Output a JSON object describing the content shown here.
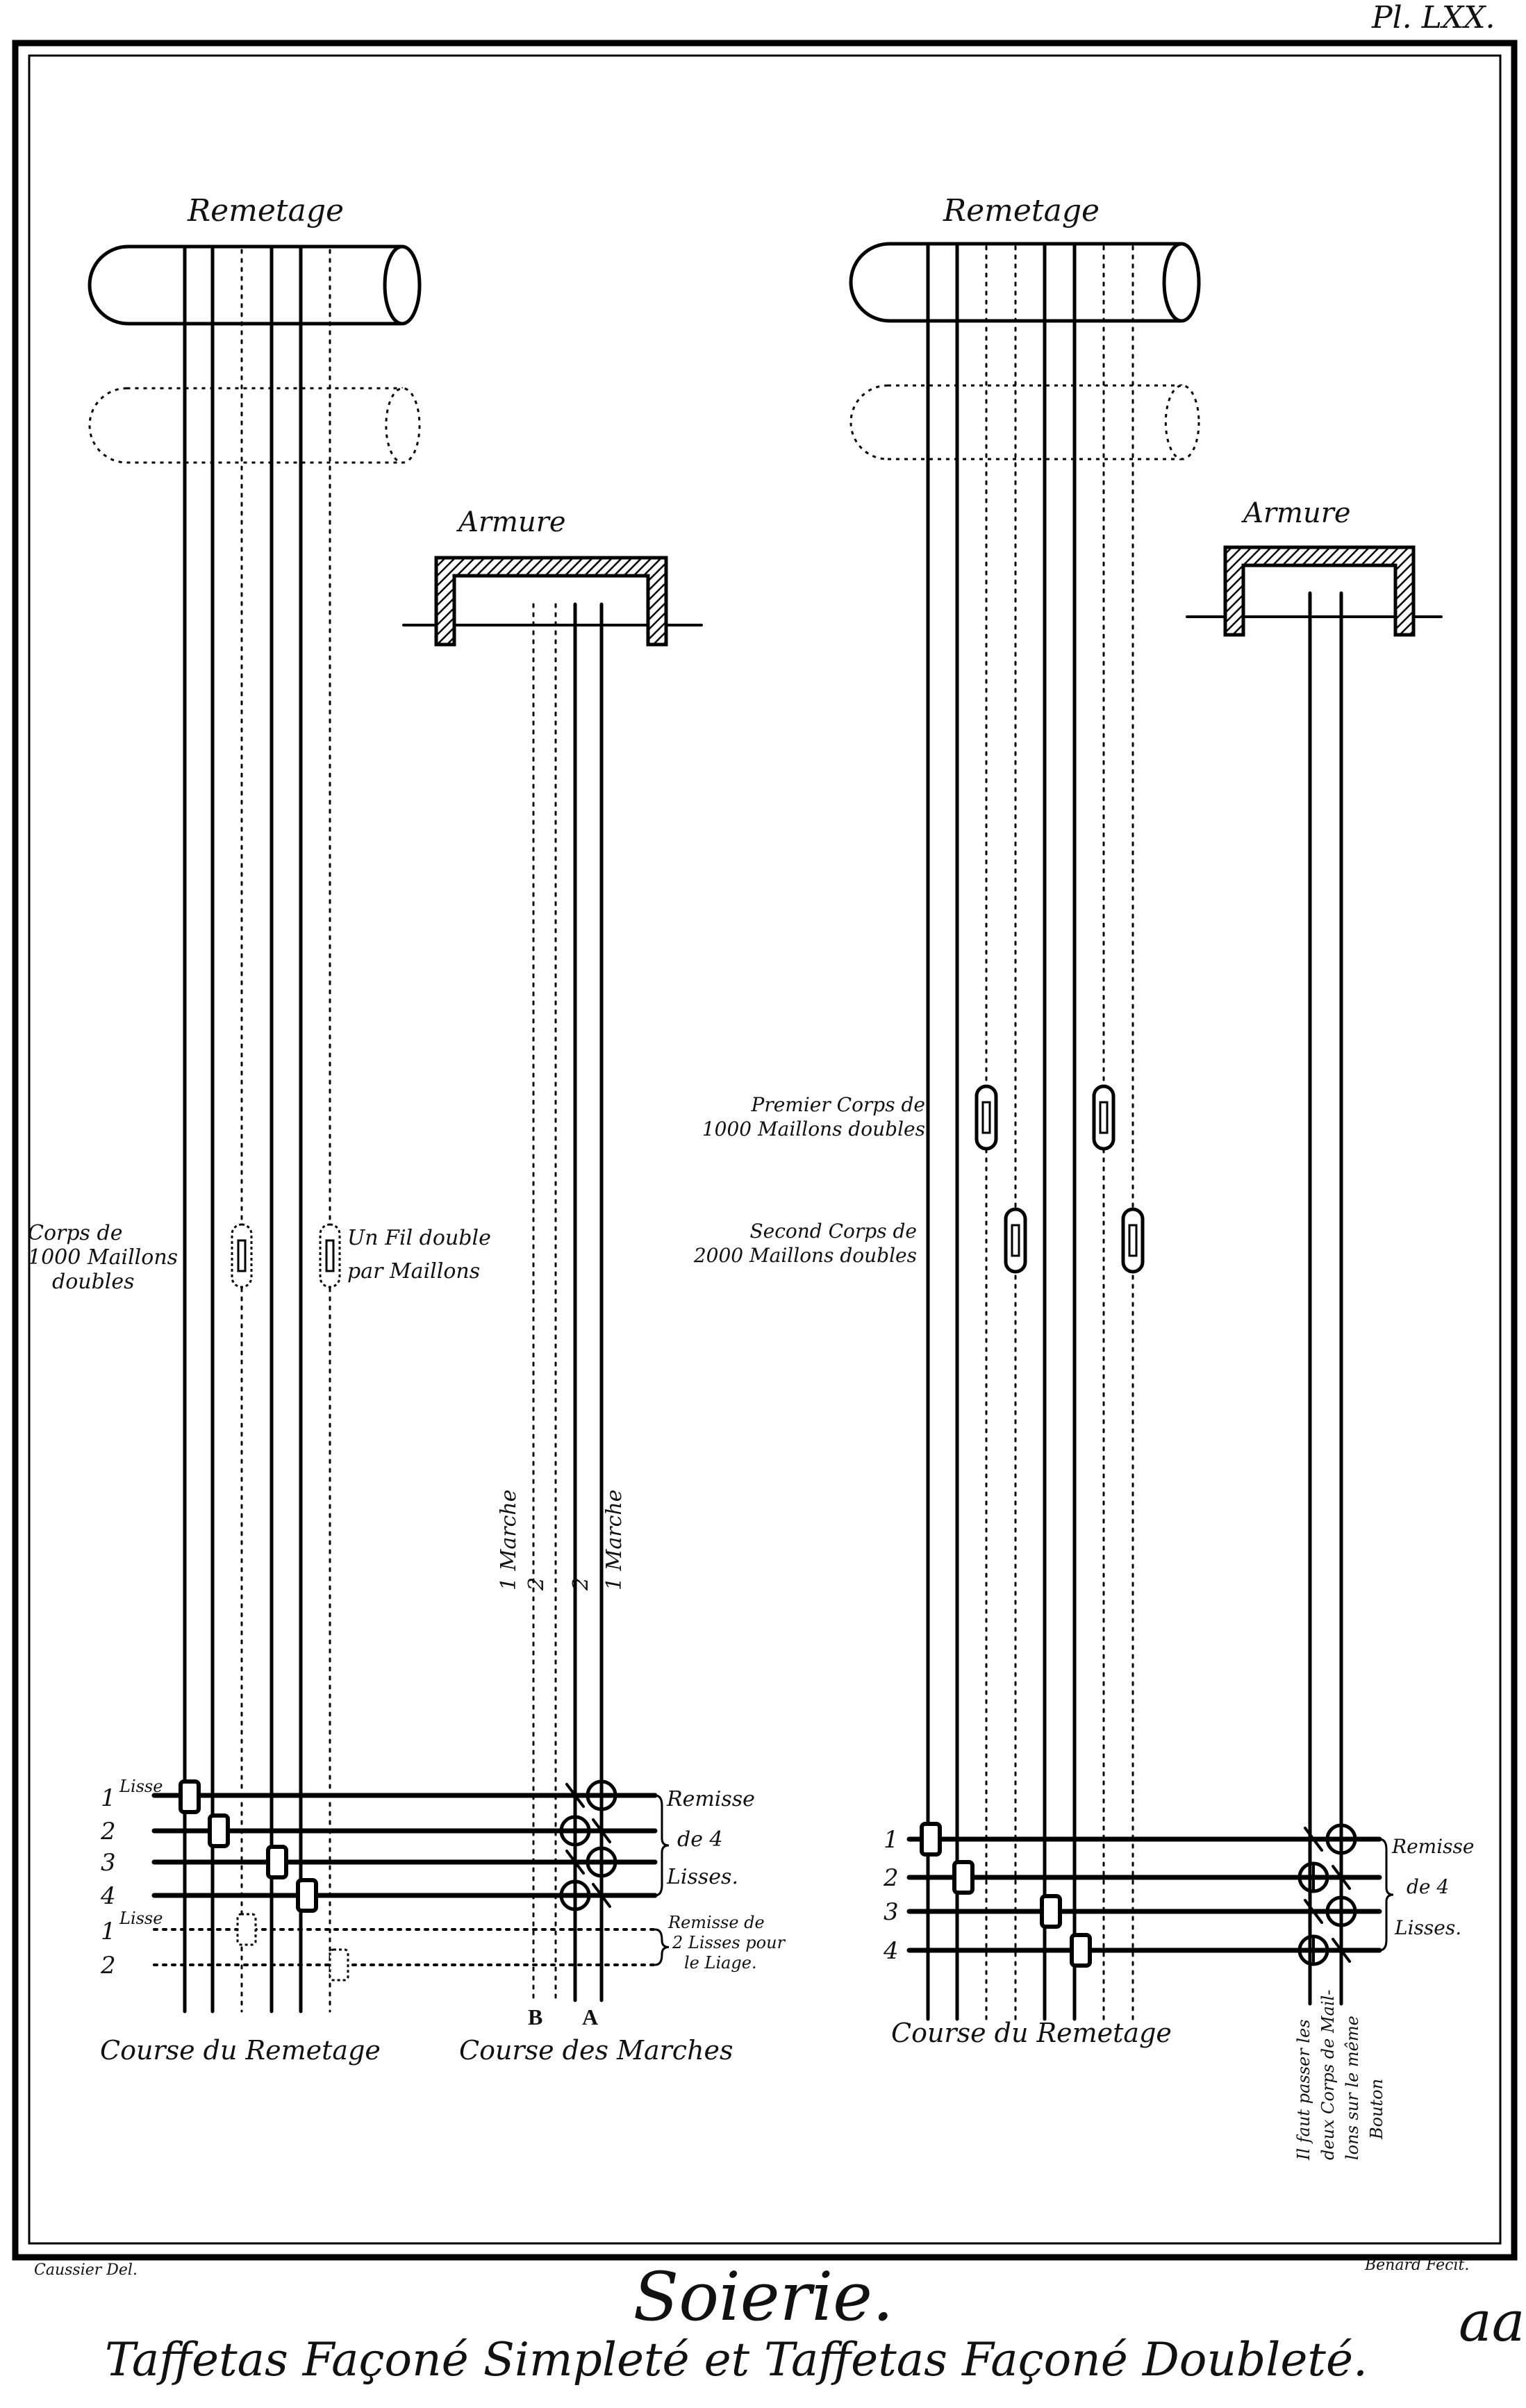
{
  "plate_number": "Pl. LXX.",
  "left": {
    "remetage_title": "Remetage",
    "armure_title": "Armure",
    "corps_label": [
      "Corps de",
      "1000 Maillons",
      "doubles"
    ],
    "fil_label": [
      "Un Fil double",
      "par Maillons"
    ],
    "marches": [
      "1 Marche",
      "2",
      "2",
      "1 Marche"
    ],
    "lisse_numbers": [
      "1",
      "2",
      "3",
      "4",
      "1",
      "2"
    ],
    "lisse_word_top": "Lisse",
    "lisse_word_bottom": "Lisse",
    "remisse_4": [
      "Remisse",
      "de 4",
      "Lisses."
    ],
    "remisse_2": [
      "Remisse de",
      "2 Lisses pour",
      "le Liage."
    ],
    "letter_b": "B",
    "letter_a": "A",
    "course_remetage": "Course du Remetage",
    "course_marches": "Course des Marches"
  },
  "right": {
    "remetage_title": "Remetage",
    "armure_title": "Armure",
    "premier_corps": [
      "Premier Corps de",
      "1000 Maillons doubles"
    ],
    "second_corps": [
      "Second Corps de",
      "2000 Maillons doubles"
    ],
    "lisse_numbers": [
      "1",
      "2",
      "3",
      "4"
    ],
    "remisse_4": [
      "Remisse",
      "de 4",
      "Lisses."
    ],
    "course_remetage": "Course du Remetage",
    "note": [
      "Il faut passer les",
      "deux Corps de Mail-",
      "lons sur le même",
      "Bouton"
    ]
  },
  "footer": {
    "draftsman": "Caussier Del.",
    "engraver": "Benard Fecit.",
    "title": "Soierie.",
    "subtitle": "Taffetas Façoné Simpleté et Taffetas Façoné Doubleté.",
    "signature_mark": "aa"
  }
}
